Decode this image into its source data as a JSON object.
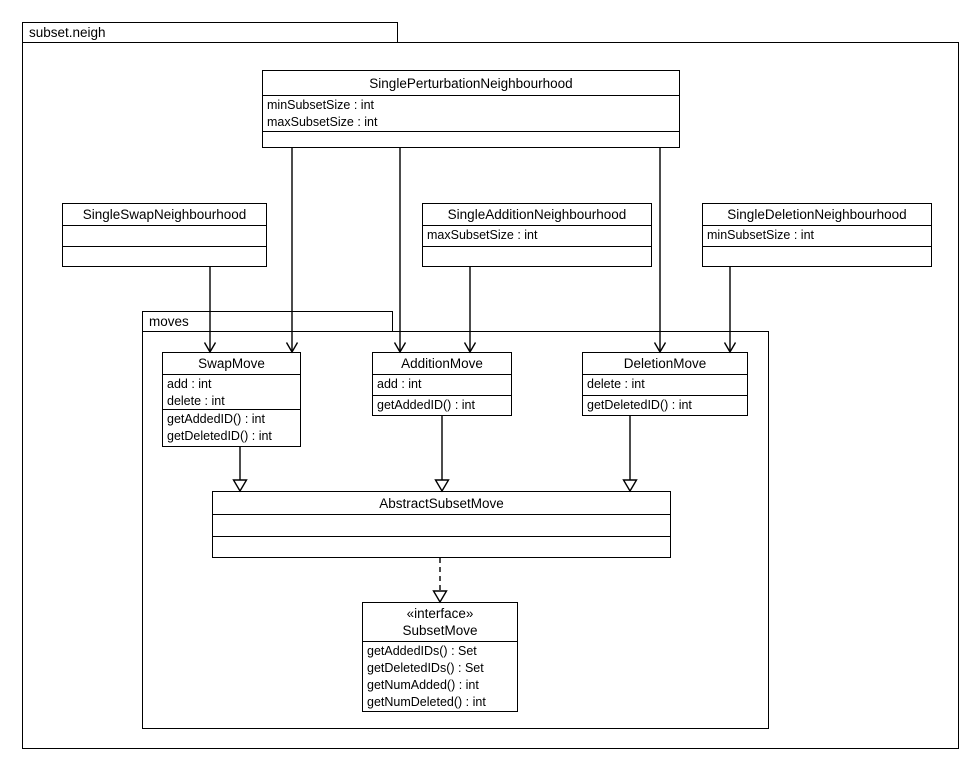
{
  "diagram": {
    "outer_package_label": "subset.neigh",
    "inner_package_label": "moves"
  },
  "classes": {
    "single_perturbation": {
      "name": "SinglePerturbationNeighbourhood",
      "attributes": [
        "minSubsetSize : int",
        "maxSubsetSize : int"
      ],
      "methods": []
    },
    "single_swap": {
      "name": "SingleSwapNeighbourhood",
      "attributes": [],
      "methods": []
    },
    "single_addition": {
      "name": "SingleAdditionNeighbourhood",
      "attributes": [
        "maxSubsetSize : int"
      ],
      "methods": []
    },
    "single_deletion": {
      "name": "SingleDeletionNeighbourhood",
      "attributes": [
        "minSubsetSize : int"
      ],
      "methods": []
    },
    "swap_move": {
      "name": "SwapMove",
      "attributes": [
        "add : int",
        "delete : int"
      ],
      "methods": [
        "getAddedID() : int",
        "getDeletedID() : int"
      ]
    },
    "addition_move": {
      "name": "AdditionMove",
      "attributes": [
        "add : int"
      ],
      "methods": [
        "getAddedID() : int"
      ]
    },
    "deletion_move": {
      "name": "DeletionMove",
      "attributes": [
        "delete : int"
      ],
      "methods": [
        "getDeletedID() : int"
      ]
    },
    "abstract_subset_move": {
      "name": "AbstractSubsetMove",
      "attributes": [],
      "methods": []
    },
    "subset_move": {
      "stereotype": "«interface»",
      "name": "SubsetMove",
      "methods": [
        "getAddedIDs() : Set",
        "getDeletedIDs() : Set",
        "getNumAdded() : int",
        "getNumDeleted() : int"
      ]
    }
  },
  "relationships": [
    {
      "from": "SinglePerturbationNeighbourhood",
      "to": "SwapMove",
      "type": "directed-association"
    },
    {
      "from": "SinglePerturbationNeighbourhood",
      "to": "AdditionMove",
      "type": "directed-association"
    },
    {
      "from": "SinglePerturbationNeighbourhood",
      "to": "DeletionMove",
      "type": "directed-association"
    },
    {
      "from": "SingleSwapNeighbourhood",
      "to": "SwapMove",
      "type": "directed-association"
    },
    {
      "from": "SingleAdditionNeighbourhood",
      "to": "AdditionMove",
      "type": "directed-association"
    },
    {
      "from": "SingleDeletionNeighbourhood",
      "to": "DeletionMove",
      "type": "directed-association"
    },
    {
      "from": "SwapMove",
      "to": "AbstractSubsetMove",
      "type": "generalization"
    },
    {
      "from": "AdditionMove",
      "to": "AbstractSubsetMove",
      "type": "generalization"
    },
    {
      "from": "DeletionMove",
      "to": "AbstractSubsetMove",
      "type": "generalization"
    },
    {
      "from": "AbstractSubsetMove",
      "to": "SubsetMove",
      "type": "realization"
    }
  ],
  "colors": {
    "line": "#000000",
    "background": "#ffffff"
  }
}
